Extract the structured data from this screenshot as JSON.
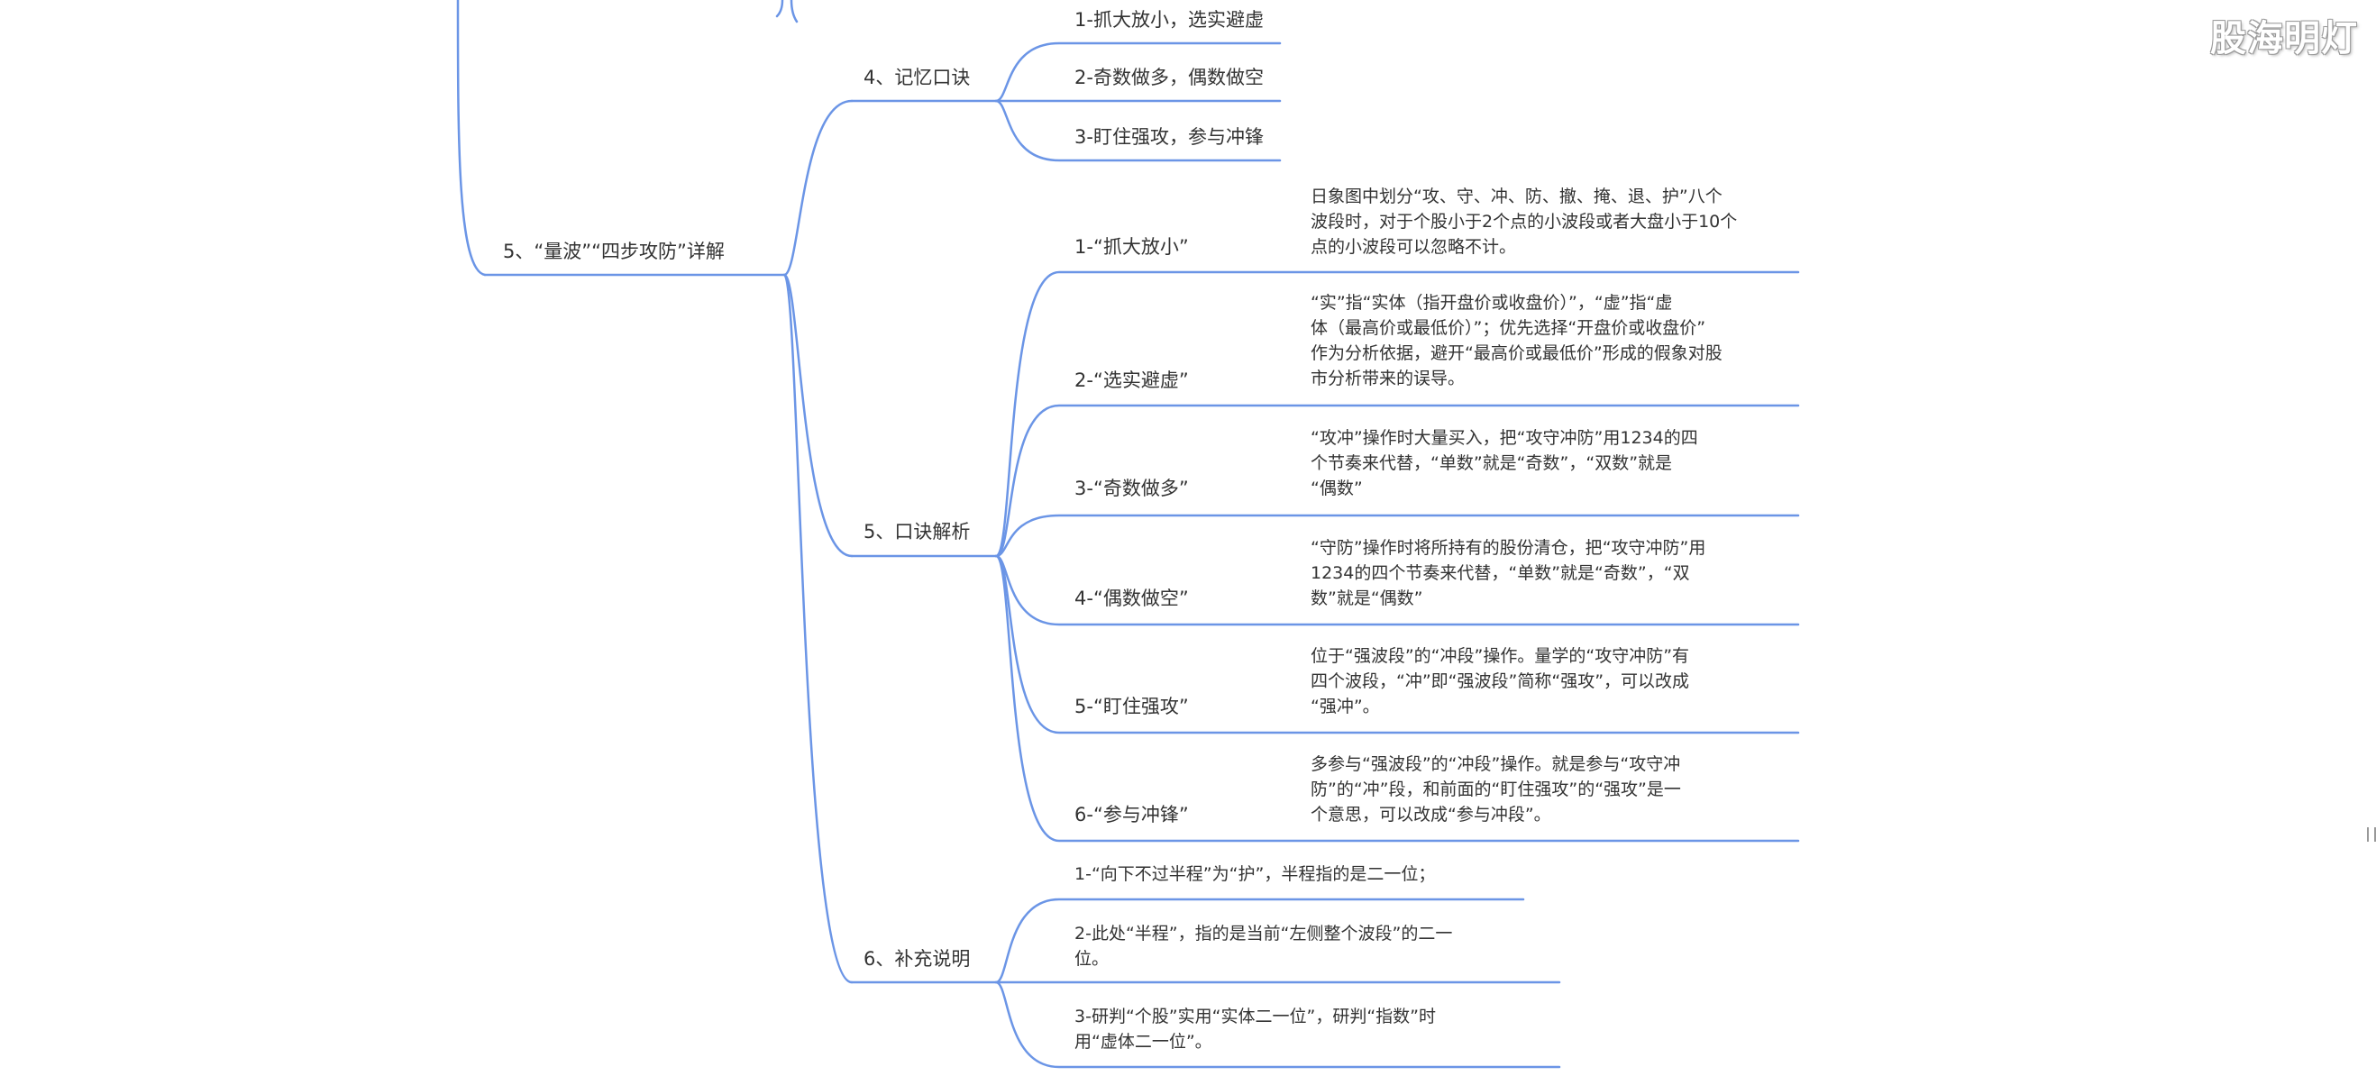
{
  "watermark": "股海明灯",
  "colors": {
    "line": "#6b95e6",
    "text": "#333333"
  },
  "topic": {
    "label": "5、“量波”“四步攻防”详解"
  },
  "branches": [
    {
      "id": "b4",
      "label": "4、记忆口诀",
      "children": [
        {
          "label": "1-抓大放小，选实避虚"
        },
        {
          "label": "2-奇数做多，偶数做空"
        },
        {
          "label": "3-盯住强攻，参与冲锋"
        }
      ]
    },
    {
      "id": "b5",
      "label": "5、口诀解析",
      "children": [
        {
          "label": "1-“抓大放小”",
          "desc": [
            "日象图中划分“攻、守、冲、防、撤、掩、退、护”八个",
            "波段时，对于个股小于2个点的小波段或者大盘小于10个",
            "点的小波段可以忽略不计。"
          ]
        },
        {
          "label": "2-“选实避虚”",
          "desc": [
            "“实”指“实体（指开盘价或收盘价）”，“虚”指“虚",
            "体（最高价或最低价）”；优先选择“开盘价或收盘价”",
            "作为分析依据，避开“最高价或最低价”形成的假象对股",
            "市分析带来的误导。"
          ]
        },
        {
          "label": "3-“奇数做多”",
          "desc": [
            "“攻冲”操作时大量买入，把“攻守冲防”用1234的四",
            "个节奏来代替，“单数”就是“奇数”，“双数”就是",
            "“偶数”"
          ]
        },
        {
          "label": "4-“偶数做空”",
          "desc": [
            "“守防”操作时将所持有的股份清仓，把“攻守冲防”用",
            "1234的四个节奏来代替，“单数”就是“奇数”，“双",
            "数”就是“偶数”"
          ]
        },
        {
          "label": "5-“盯住强攻”",
          "desc": [
            "位于“强波段”的“冲段”操作。量学的“攻守冲防”有",
            "四个波段，“冲”即“强波段”简称“强攻”，可以改成",
            "“强冲”。"
          ]
        },
        {
          "label": "6-“参与冲锋”",
          "desc": [
            "多参与“强波段”的“冲段”操作。就是参与“攻守冲",
            "防”的“冲”段，和前面的“盯住强攻”的“强攻”是一",
            "个意思，可以改成“参与冲段”。"
          ]
        }
      ]
    },
    {
      "id": "b6",
      "label": "6、补充说明",
      "children": [
        {
          "lines": [
            "1-“向下不过半程”为“护”，半程指的是二一位；"
          ]
        },
        {
          "lines": [
            "2-此处“半程”，指的是当前“左侧整个波段”的二一",
            "位。"
          ]
        },
        {
          "lines": [
            "3-研判“个股”实用“实体二一位”，研判“指数”时",
            "用“虚体二一位”。"
          ]
        }
      ]
    }
  ]
}
